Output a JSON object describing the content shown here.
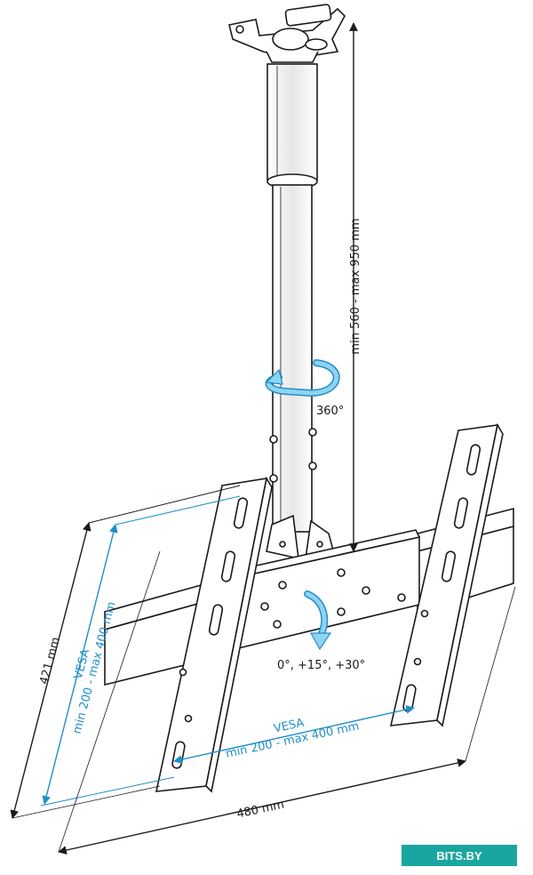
{
  "labels": {
    "height_range": "min 560 - max 950 mm",
    "rotation": "360°",
    "tilt": "0°, +15°, +30°",
    "vesa_vertical_title": "VESA",
    "vesa_vertical_range": "min 200 - max 400 mm",
    "vesa_horizontal_title": "VESA",
    "vesa_horizontal_range": "min 200 - max 400 mm",
    "depth": "421 mm",
    "width": "480 mm"
  },
  "watermark": {
    "text": "BITS.BY",
    "color": "#1aa6a0"
  },
  "colors": {
    "line": "#1a1a1a",
    "accent": "#1e8fc8",
    "arrow_fill": "#8fd3f0"
  }
}
